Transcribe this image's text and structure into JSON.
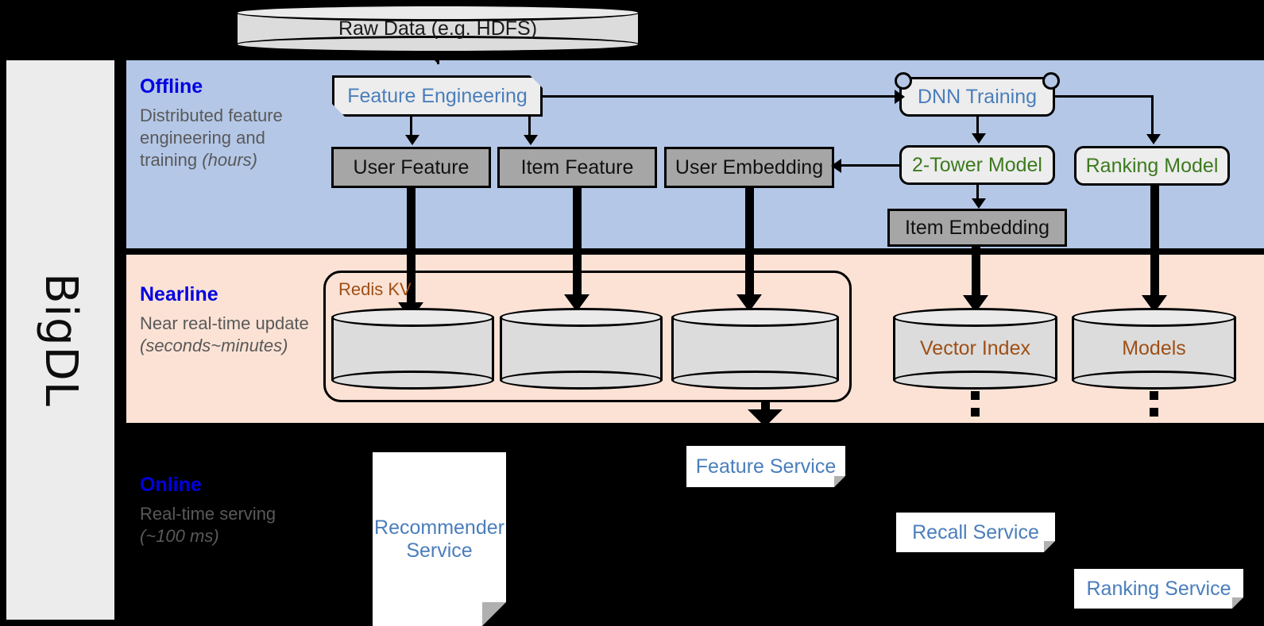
{
  "framework": {
    "label": "BigDL"
  },
  "sections": [
    {
      "id": "offline",
      "title": "Offline",
      "desc_main": "Distributed feature engineering and training ",
      "desc_italic": "(hours)"
    },
    {
      "id": "nearline",
      "title": "Nearline",
      "desc_main": "Near real-time update ",
      "desc_italic": "(seconds~minutes)"
    },
    {
      "id": "online",
      "title": "Online",
      "desc_main": "Real-time serving ",
      "desc_italic": "(~100 ms)"
    }
  ],
  "nodes": {
    "raw_data": "Raw Data (e.g. HDFS)",
    "feature_engineering": "Feature Engineering",
    "dnn_training": "DNN Training",
    "user_feature": "User Feature",
    "item_feature": "Item Feature",
    "user_embedding": "User Embedding",
    "two_tower_model": "2-Tower Model",
    "ranking_model": "Ranking Model",
    "item_embedding": "Item Embedding",
    "redis_kv": "Redis KV",
    "vector_index": "Vector Index",
    "models": "Models",
    "recommender_service": "Recommender Service",
    "feature_service": "Feature Service",
    "recall_service": "Recall Service",
    "ranking_service": "Ranking Service"
  },
  "colors": {
    "offline_band": "#b4c7e7",
    "nearline_band": "#fbe2d5",
    "online_band": "#000000",
    "section_title": "#0000e0",
    "section_desc": "#595959",
    "data_box_fill": "#a6a6a6",
    "model_text": "#3c7a1e",
    "process_text": "#4a7ebb",
    "storage_text": "#9e4f16",
    "sidebar_fill": "#ececec"
  }
}
